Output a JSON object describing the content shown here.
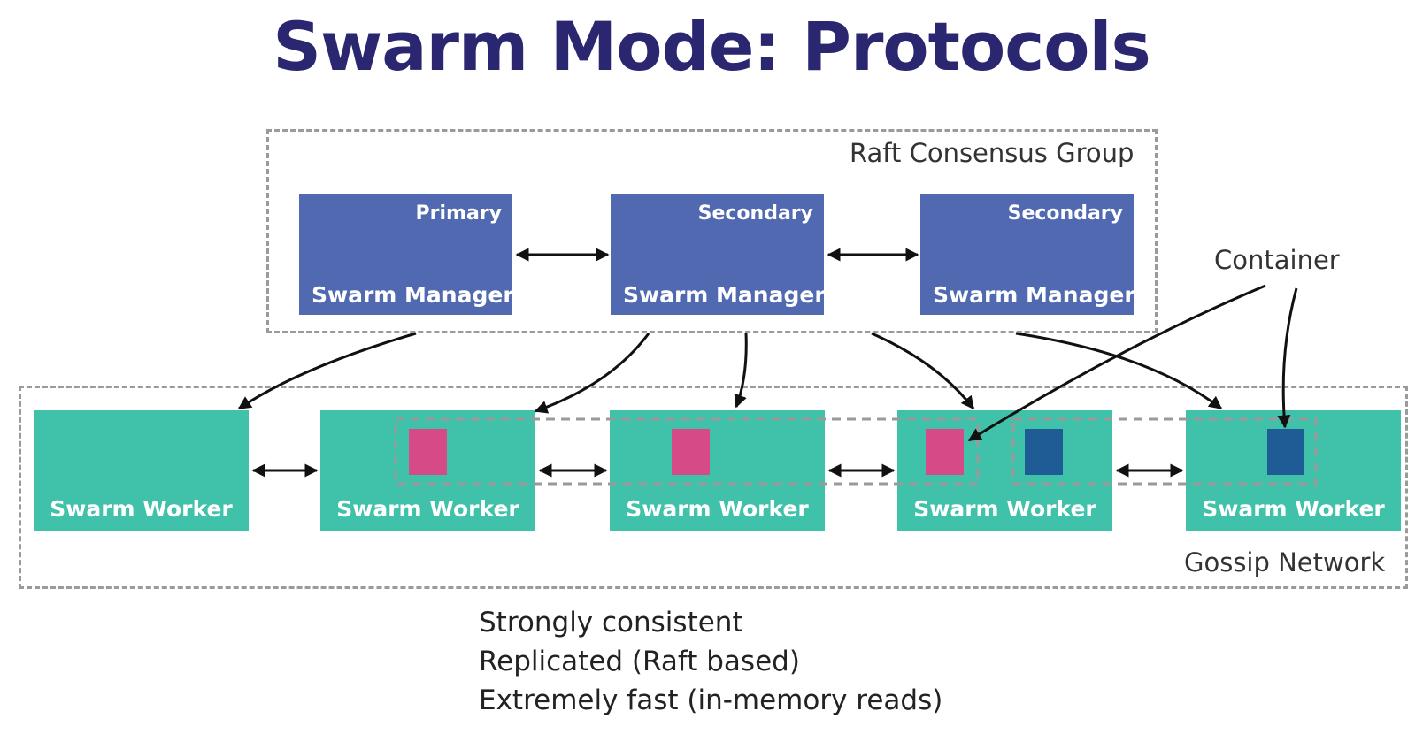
{
  "title": "Swarm Mode: Protocols",
  "raft_group": {
    "label": "Raft Consensus Group"
  },
  "gossip_group": {
    "label": "Gossip Network"
  },
  "container_label": "Container",
  "managers": [
    {
      "role": "Primary",
      "name": "Swarm Manager"
    },
    {
      "role": "Secondary",
      "name": "Swarm Manager"
    },
    {
      "role": "Secondary",
      "name": "Swarm Manager"
    }
  ],
  "workers": [
    {
      "name": "Swarm Worker"
    },
    {
      "name": "Swarm Worker"
    },
    {
      "name": "Swarm Worker"
    },
    {
      "name": "Swarm Worker"
    },
    {
      "name": "Swarm Worker"
    }
  ],
  "bullets": [
    "Strongly consistent",
    "Replicated (Raft based)",
    "Extremely fast (in-memory reads)"
  ],
  "colors": {
    "title": "#2b2670",
    "manager": "#5069b0",
    "worker": "#40c1a9",
    "container_pink": "#d64a87",
    "container_blue": "#1f5c96",
    "dashed_border": "#9a9a9a",
    "arrow": "#111111"
  }
}
